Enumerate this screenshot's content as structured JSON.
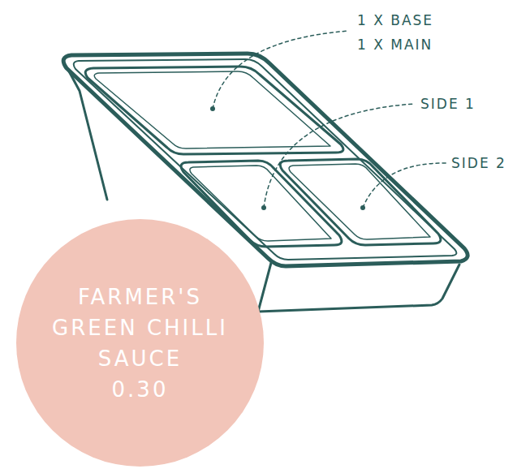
{
  "diagram": {
    "nodes": [
      {
        "text": [
          "FARMER'S GREEN CHILLI SAUCE",
          "0.30"
        ]
      }
    ],
    "labels": [
      "1 X BASE",
      "1 X MAIN",
      "SIDE 1",
      "SIDE 2"
    ]
  }
}
